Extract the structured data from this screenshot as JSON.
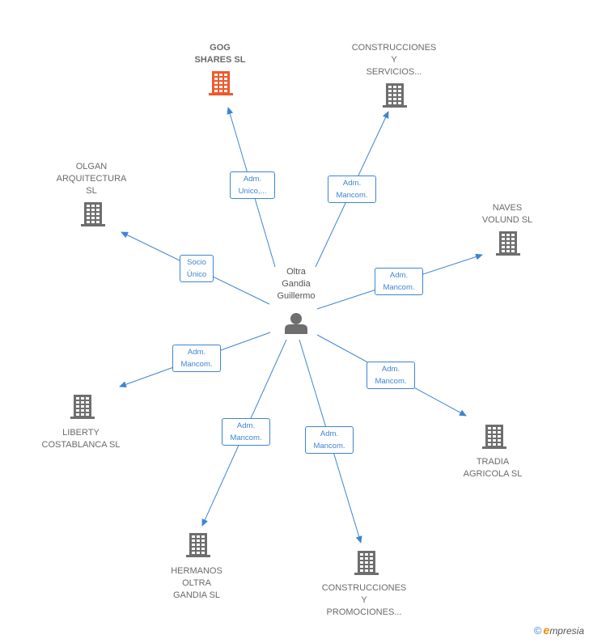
{
  "person": {
    "label": "Oltra\nGandia\nGuillermo",
    "icon": "person-icon"
  },
  "colors": {
    "edge": "#3e84d2",
    "building": "#6e6e6e",
    "highlight": "#f0592b"
  },
  "companies": [
    {
      "id": "gog",
      "label": "GOG\nSHARES SL",
      "highlight": true,
      "icon": "building-icon"
    },
    {
      "id": "construcciones-servicios",
      "label": "CONSTRUCCIONES\nY\nSERVICIOS...",
      "icon": "building-icon"
    },
    {
      "id": "olgan",
      "label": "OLGAN\nARQUITECTURA\nSL",
      "icon": "building-icon"
    },
    {
      "id": "naves",
      "label": "NAVES\nVOLUND SL",
      "icon": "building-icon"
    },
    {
      "id": "liberty",
      "label": "LIBERTY\nCOSTABLANCA SL",
      "icon": "building-icon"
    },
    {
      "id": "tradia",
      "label": "TRADIA\nAGRICOLA SL",
      "icon": "building-icon"
    },
    {
      "id": "hermanos",
      "label": "HERMANOS\nOLTRA\nGANDIA SL",
      "icon": "building-icon"
    },
    {
      "id": "construcciones-promociones",
      "label": "CONSTRUCCIONES\nY\nPROMOCIONES...",
      "icon": "building-icon"
    }
  ],
  "edges": [
    {
      "to": "gog",
      "label": "Adm.\nUnico,..."
    },
    {
      "to": "construcciones-servicios",
      "label": "Adm.\nMancom."
    },
    {
      "to": "olgan",
      "label": "Socio\nÚnico"
    },
    {
      "to": "naves",
      "label": "Adm.\nMancom."
    },
    {
      "to": "liberty",
      "label": "Adm.\nMancom."
    },
    {
      "to": "tradia",
      "label": "Adm.\nMancom."
    },
    {
      "to": "hermanos",
      "label": "Adm.\nMancom."
    },
    {
      "to": "construcciones-promociones",
      "label": "Adm.\nMancom."
    }
  ],
  "brand": {
    "copyright": "©",
    "e": "e",
    "rest": "mpresia"
  }
}
